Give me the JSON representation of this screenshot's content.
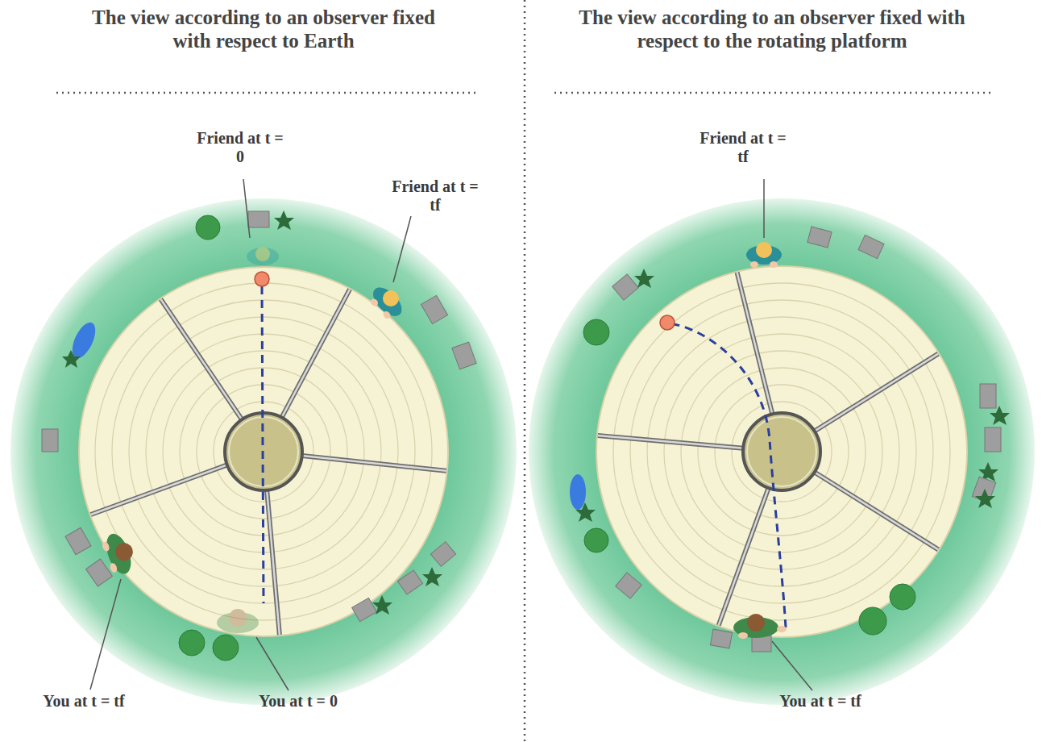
{
  "diagram": {
    "labels": [
      "The view according to an observer fixed with respect to Earth",
      "The view according to an observer fixed with respect to the rotating platform",
      "Friend at t = 0",
      "Friend at t = tf",
      "You at t = tf",
      "You at t = 0",
      "Friend at t = tf",
      "You at t = tf"
    ]
  }
}
